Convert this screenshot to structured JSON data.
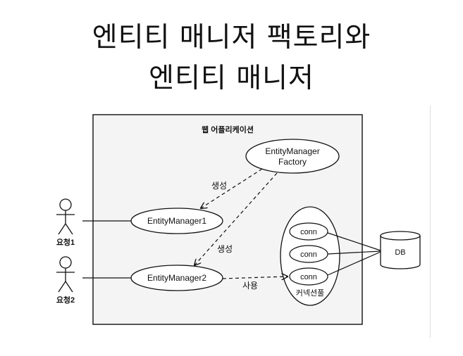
{
  "title": {
    "line1": "엔티티 매니저 팩토리와",
    "line2": "엔티티 매니저"
  },
  "diagram": {
    "boundary_label": "웹 어플리케이션",
    "factory_line1": "EntityManager",
    "factory_line2": "Factory",
    "em1_label": "EntityManager1",
    "em2_label": "EntityManager2",
    "actor1_label": "요청1",
    "actor2_label": "요청2",
    "create_label_1": "생성",
    "create_label_2": "생성",
    "use_label": "사용",
    "conn_labels": [
      "conn",
      "conn",
      "conn"
    ],
    "pool_label": "커넥션풀",
    "db_label": "DB"
  },
  "colors": {
    "boundary_fill": "#f4f4f4",
    "stroke": "#111111"
  }
}
